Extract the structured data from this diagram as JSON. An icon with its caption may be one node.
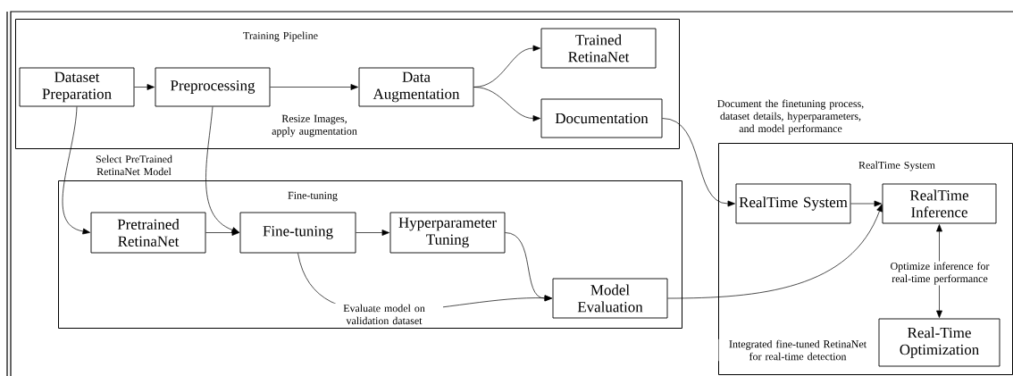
{
  "diagram": {
    "nodes": [
      {
        "text": [
          "Training Pipeline"
        ]
      },
      {
        "text": [
          "Dataset Preparation"
        ],
        "in": 0
      },
      {
        "text": [
          "Preprocessing"
        ],
        "in": 0
      },
      {
        "text": [
          "Data Augmentation"
        ],
        "in": 0
      },
      {
        "text": [
          "Trained RetinaNet"
        ],
        "in": 0
      },
      {
        "text": [
          "Documentation"
        ],
        "in": 0
      },
      {
        "text": [
          "Fine-tuning"
        ]
      },
      {
        "text": [
          "Pretrained RetinaNet"
        ],
        "in": 6
      },
      {
        "text": [
          "Fine-tuning"
        ],
        "in": 6
      },
      {
        "text": [
          "Hyperparameter Tuning"
        ],
        "in": 6
      },
      {
        "text": [
          "Model Evaluation"
        ],
        "in": 6
      },
      {
        "text": [
          "RealTime System"
        ]
      },
      {
        "text": [
          "RealTime System"
        ],
        "in": 11
      },
      {
        "text": [
          "RealTime Inference"
        ],
        "in": 11
      },
      {
        "text": [
          "Real-Time Optimization"
        ],
        "in": 11
      }
    ],
    "edges": [
      {
        "from": 1,
        "to": 2,
        "arrow": "to"
      },
      {
        "from": 2,
        "to": 3,
        "arrow": "to",
        "label": "Resize Images, apply augmentation"
      },
      {
        "from": 3,
        "to": 4,
        "arrow": "to"
      },
      {
        "from": 3,
        "to": 5,
        "arrow": "to"
      },
      {
        "from": 5,
        "to": 12,
        "arrow": "to",
        "label": "Document the finetuning process, dataset details, hyperparameters, and model performance"
      },
      {
        "from": 1,
        "to": 7,
        "arrow": "to",
        "label": "Select PreTrained RetinaNet Model"
      },
      {
        "from": 2,
        "to": 8,
        "arrow": "to"
      },
      {
        "from": 7,
        "to": 8,
        "arrow": "to"
      },
      {
        "from": 8,
        "to": 9,
        "arrow": "to"
      },
      {
        "from": 9,
        "to": 10,
        "arrow": "to"
      },
      {
        "from": 8,
        "to": 10,
        "arrow": "to",
        "label": "Evaluate model on validation dataset"
      },
      {
        "from": 10,
        "to": 13,
        "arrow": "to",
        "label": "Integrated fine-tuned RetinaNet for real-time detection"
      },
      {
        "from": 12,
        "to": 13,
        "arrow": "to"
      },
      {
        "from": 13,
        "to": 14,
        "arrow": "both",
        "label": "Optimize inference for real-time performance"
      }
    ]
  }
}
